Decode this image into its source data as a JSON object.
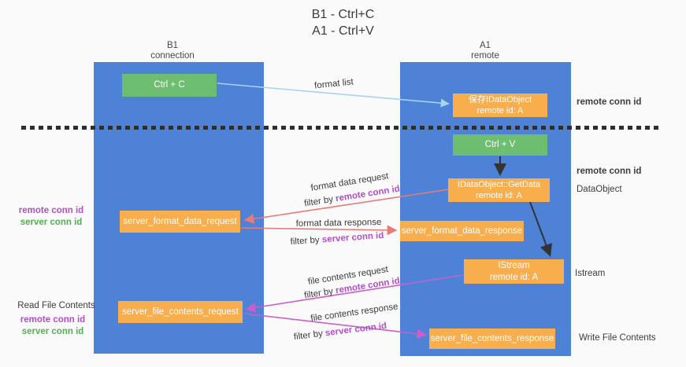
{
  "title": {
    "line1": "B1 - Ctrl+C",
    "line2": "A1 - Ctrl+V"
  },
  "lanes": {
    "left": {
      "name": "B1",
      "role": "connection"
    },
    "right": {
      "name": "A1",
      "role": "remote"
    }
  },
  "boxes": {
    "ctrl_c": "Ctrl + C",
    "ctrl_v": "Ctrl + V",
    "save_idataobject": {
      "line1": "保存IDataObject",
      "line2": "remote id: A"
    },
    "getdata": {
      "line1": "IDataObject::GetData",
      "line2": "remote id: A"
    },
    "istream": {
      "line1": "IStream",
      "line2": "remote id: A"
    },
    "format_request": "server_format_data_request",
    "format_response": "server_format_data_response",
    "file_request": "server_file_contents_request",
    "file_response": "server_file_contents_response"
  },
  "arrow_labels": {
    "format_list": "format list",
    "format_data_request": "format data request",
    "format_data_response": "format data response",
    "file_contents_request": "file contents request",
    "file_contents_response": "file contents response",
    "filter_by": "filter by",
    "remote_conn_id": "remote conn id",
    "server_conn_id": "server conn id"
  },
  "side_labels": {
    "left": {
      "remote_conn_id": "remote conn id",
      "server_conn_id": "server conn id",
      "read_file_contents": "Read File Contents",
      "remote_conn_id2": "remote conn id",
      "server_conn_id2": "server conn id"
    },
    "right": {
      "remote_conn_id_top": "remote conn id",
      "remote_conn_id_mid": "remote conn id",
      "dataobject": "DataObject",
      "istream": "Istream",
      "write_file_contents": "Write File Contents"
    }
  },
  "colors": {
    "lane_blue": "#4d82d7",
    "box_orange": "#f9ae4d",
    "box_green": "#6ebe71",
    "arrow_light_blue": "#a8d2f2",
    "arrow_salmon": "#e87a7a",
    "arrow_magenta": "#c95fc9",
    "arrow_black": "#333333",
    "text_purple": "#b14fc6",
    "text_green": "#53ae53",
    "text_dark": "#3c3c3c",
    "background": "#fafafa"
  }
}
